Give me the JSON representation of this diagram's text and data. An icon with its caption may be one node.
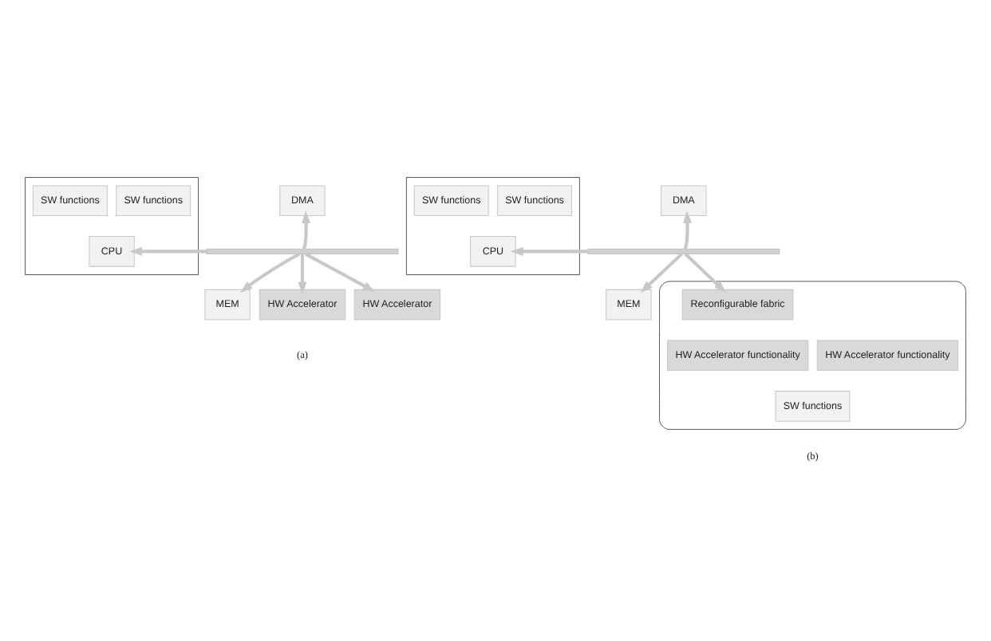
{
  "diagram": {
    "nodes": [
      {
        "text": [],
        "shape": "trapezoid"
      },
      {
        "text": [
          "SW functions"
        ],
        "in": 0
      },
      {
        "text": [
          "SW functions"
        ],
        "in": 0
      },
      {
        "text": [
          "CPU"
        ],
        "in": 0
      },
      {
        "text": [
          "DMA"
        ]
      },
      {
        "text": [],
        "shape": "bar"
      },
      {
        "text": [
          "MEM"
        ]
      },
      {
        "text": [
          "HW Accelerator"
        ]
      },
      {
        "text": [
          "HW Accelerator"
        ]
      },
      {
        "text": [],
        "shape": "trapezoid"
      },
      {
        "text": [
          "SW functions"
        ],
        "in": 9
      },
      {
        "text": [
          "SW functions"
        ],
        "in": 9
      },
      {
        "text": [
          "CPU"
        ],
        "in": 9
      },
      {
        "text": [
          "DMA"
        ]
      },
      {
        "text": [],
        "shape": "bar"
      },
      {
        "text": [
          "MEM"
        ]
      },
      {
        "text": [],
        "shape": "octagon"
      },
      {
        "text": [
          "Reconfigurable fabric"
        ],
        "in": 16
      },
      {
        "text": [
          "HW Accelerator functionality"
        ],
        "in": 16
      },
      {
        "text": [
          "HW Accelerator functionality"
        ],
        "in": 16
      },
      {
        "text": [
          "SW functions"
        ],
        "in": 16
      }
    ],
    "edges": [
      {
        "from": 5,
        "to": 3,
        "arrow": "to"
      },
      {
        "from": 5,
        "to": 4,
        "arrow": "to"
      },
      {
        "from": 5,
        "to": 6,
        "arrow": "to"
      },
      {
        "from": 5,
        "to": 7,
        "arrow": "to"
      },
      {
        "from": 5,
        "to": 8,
        "arrow": "to"
      },
      {
        "from": 14,
        "to": 12,
        "arrow": "to"
      },
      {
        "from": 14,
        "to": 13,
        "arrow": "to"
      },
      {
        "from": 14,
        "to": 15,
        "arrow": "to"
      },
      {
        "from": 14,
        "to": 17,
        "arrow": "to"
      }
    ],
    "labels": [
      "(a)",
      "(b)"
    ]
  }
}
